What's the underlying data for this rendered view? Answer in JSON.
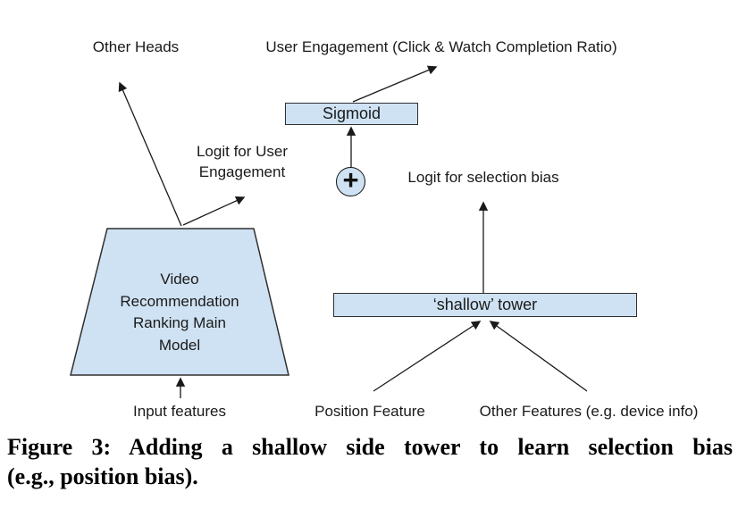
{
  "diagram": {
    "labels": {
      "other_heads": "Other Heads",
      "engagement_title": "User Engagement (Click & Watch Completion Ratio)",
      "logit_user_engagement_line1": "Logit for User",
      "logit_user_engagement_line2": "Engagement",
      "logit_selection_bias": "Logit for selection bias",
      "input_features": "Input features",
      "position_feature": "Position Feature",
      "other_features": "Other Features (e.g. device info)"
    },
    "nodes": {
      "sigmoid": "Sigmoid",
      "plus": "+",
      "shallow_tower": "‘shallow’ tower",
      "main_model_lines": [
        "Video",
        "Recommendation",
        "Ranking Main",
        "Model"
      ]
    },
    "colors": {
      "node_fill": "#cfe2f3",
      "node_border": "#2f2f2f",
      "ink": "#1a1a1a"
    }
  },
  "caption": {
    "line1": "Figure 3: Adding a shallow side tower to learn selection bias",
    "line2": "(e.g., position bias)."
  }
}
